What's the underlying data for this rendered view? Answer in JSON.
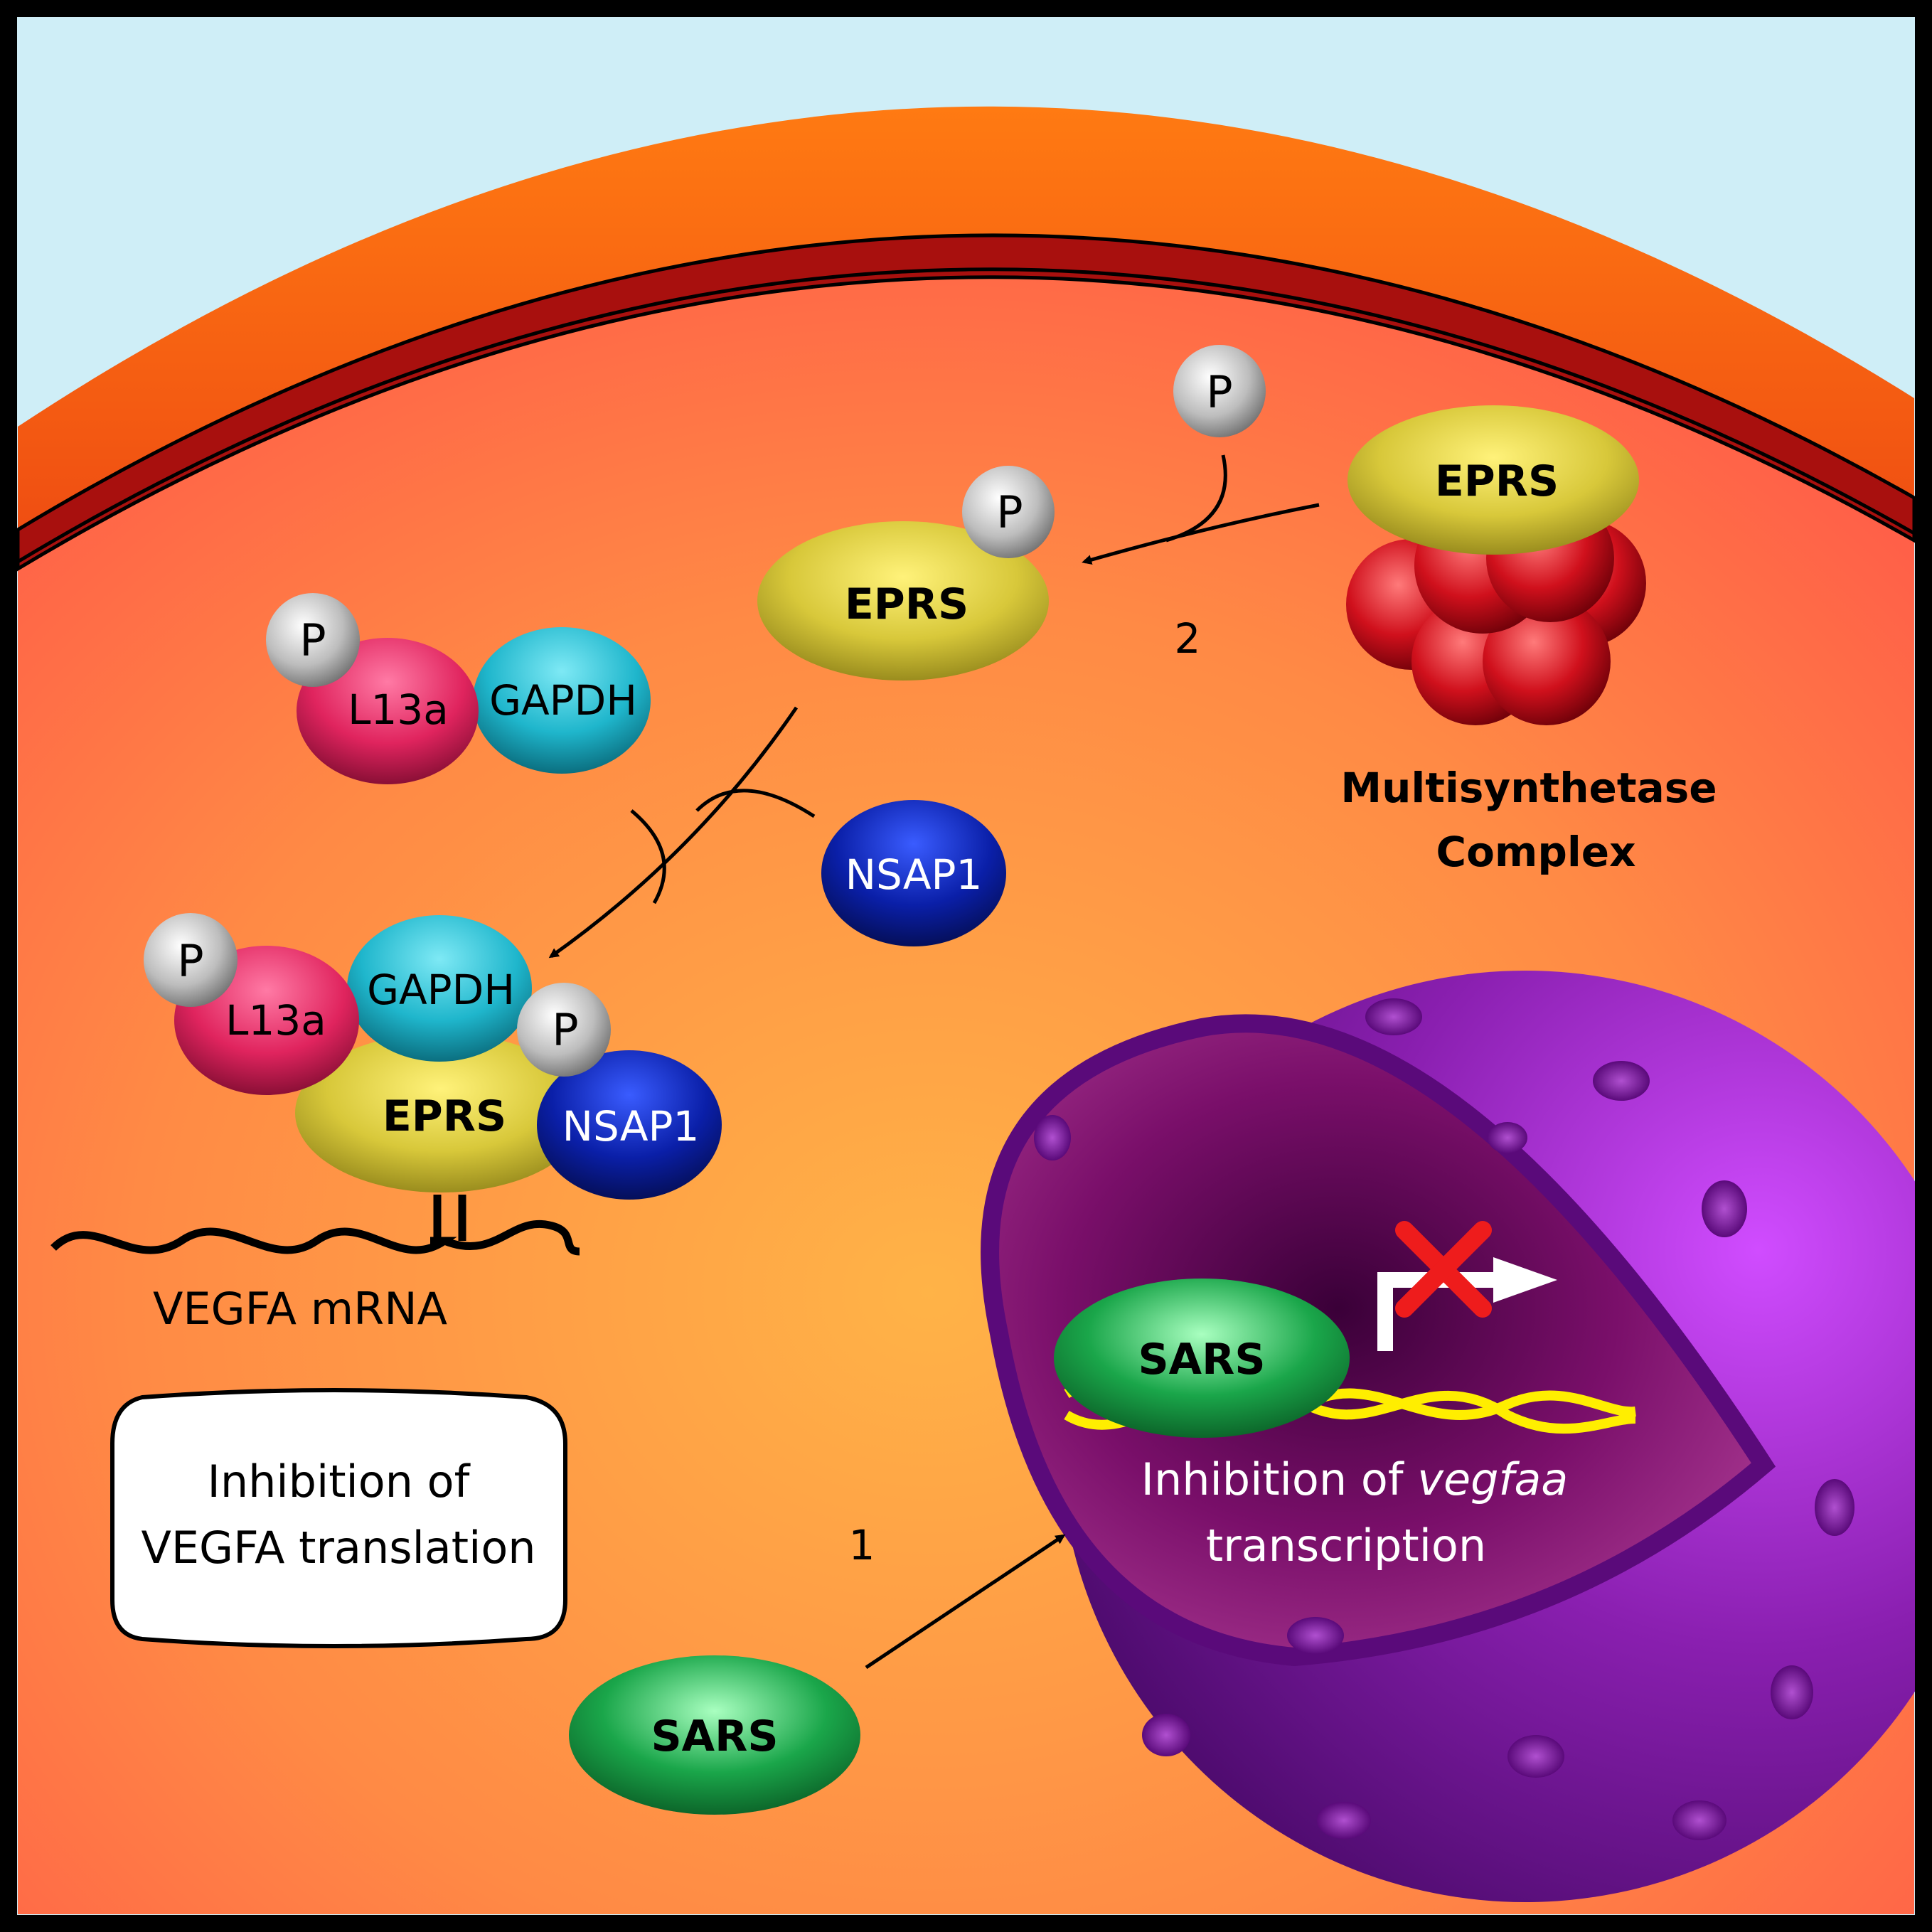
{
  "colors": {
    "sky": "#cfeef7",
    "membrane_outer": "#f26a1b",
    "membrane_dark": "#a8100e",
    "cytoplasm_center": "#ffb347",
    "cytoplasm_edge": "#ff6a4a",
    "eprs": "#d8c83a",
    "gapdh": "#1fb6cc",
    "l13a": "#e0245e",
    "nsap1": "#0a1fa8",
    "sars": "#1aa64a",
    "phosphate": "#bdbdbd",
    "nucleus": "#8a1fb0",
    "mrna": "#ffee00",
    "block_x": "#ee1c1c"
  },
  "labels": {
    "p": "P",
    "eprs": "EPRS",
    "gapdh": "GAPDH",
    "l13a": "L13a",
    "nsap1": "NSAP1",
    "sars": "SARS",
    "step_1": "1",
    "step_2": "2",
    "msc_line1": "Multisynthetase",
    "msc_line2": "Complex",
    "vegfa_mrna": "VEGFA mRNA",
    "translation_line1": "Inhibition of",
    "translation_line2": "VEGFA translation",
    "transcription_prefix": "Inhibition of ",
    "transcription_gene": "vegfaa",
    "transcription_line2": "transcription"
  }
}
